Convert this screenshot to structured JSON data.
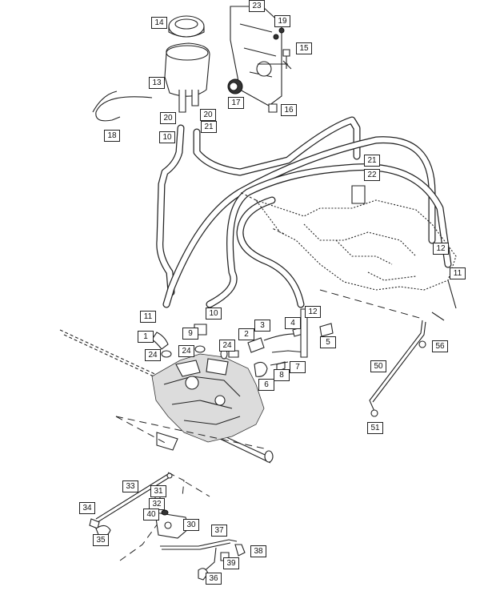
{
  "callouts": [
    "1",
    "2",
    "3",
    "4",
    "5",
    "6",
    "7",
    "8",
    "9",
    "10",
    "10",
    "11",
    "11",
    "12",
    "12",
    "13",
    "14",
    "15",
    "16",
    "17",
    "18",
    "19",
    "20",
    "20",
    "21",
    "21",
    "22",
    "23",
    "24",
    "24",
    "24",
    "30",
    "31",
    "32",
    "33",
    "34",
    "35",
    "36",
    "37",
    "38",
    "39",
    "40",
    "50",
    "51",
    "56"
  ]
}
